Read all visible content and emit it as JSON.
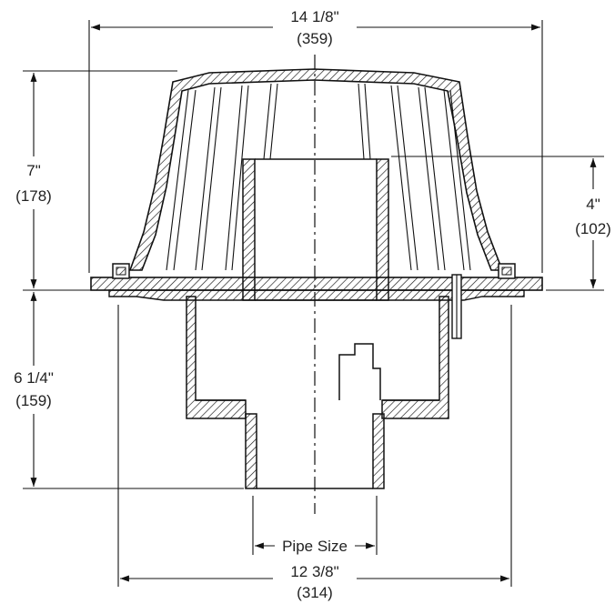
{
  "dimensions": {
    "top_width": {
      "imperial": "14 1/8\"",
      "metric": "(359)"
    },
    "dome_height": {
      "imperial": "7\"",
      "metric": "(178)"
    },
    "body_height": {
      "imperial": "6 1/4\"",
      "metric": "(159)"
    },
    "extension_height": {
      "imperial": "4\"",
      "metric": "(102)"
    },
    "bottom_width": {
      "imperial": "12 3/8\"",
      "metric": "(314)"
    },
    "pipe_size": {
      "label": "Pipe Size"
    }
  }
}
